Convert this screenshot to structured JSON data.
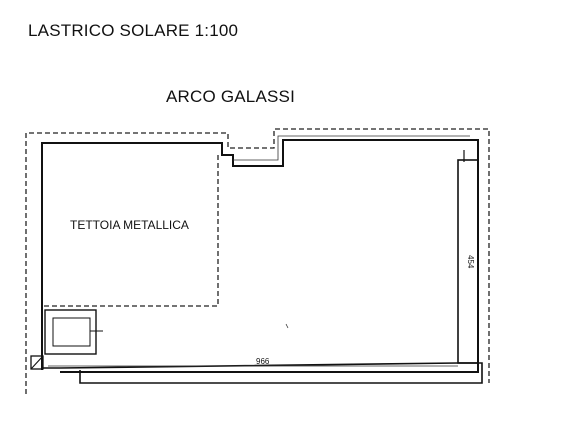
{
  "drawing": {
    "title": "LASTRICO SOLARE   1:100",
    "subtitle": "ARCO GALASSI",
    "room_label": "TETTOIA METALLICA",
    "dimension_width": "966",
    "dimension_height": "454"
  }
}
